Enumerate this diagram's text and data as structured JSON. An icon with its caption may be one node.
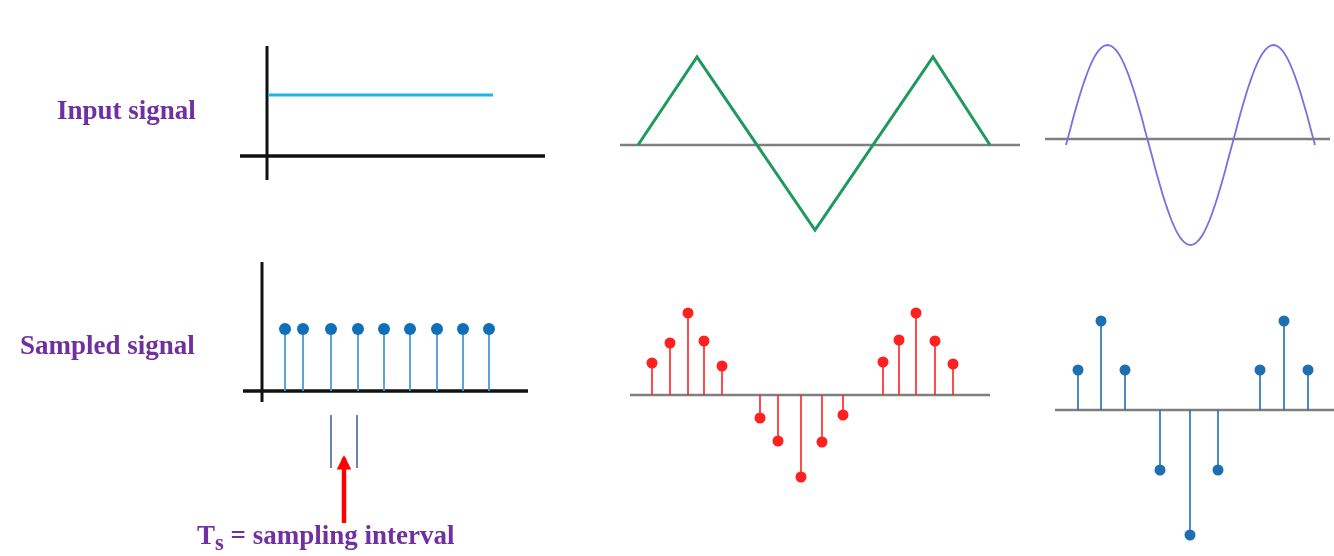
{
  "diagram": {
    "nodes": [
      {
        "text": [
          "T$_{s}$ = sampling interval"
        ]
      },
      {
        "text": [],
        "shape": "bracket"
      }
    ],
    "edges": [
      {
        "from": 0,
        "to": 1,
        "arrow": "to",
        "color": "#ff0000"
      }
    ],
    "labels": [
      "Input signal",
      "Sampled signal"
    ]
  }
}
